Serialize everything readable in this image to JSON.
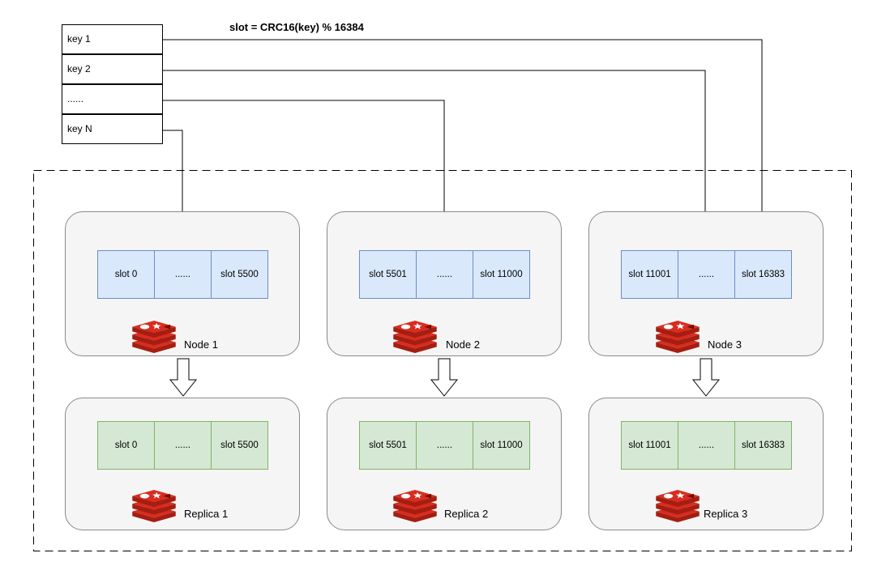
{
  "formula": "slot = CRC16(key) % 16384",
  "keys": [
    "key 1",
    "key 2",
    "......",
    "key N"
  ],
  "nodes": [
    {
      "label": "Node 1",
      "slots": [
        "slot 0",
        "......",
        "slot 5500"
      ]
    },
    {
      "label": "Node 2",
      "slots": [
        "slot 5501",
        "......",
        "slot 11000"
      ]
    },
    {
      "label": "Node 3",
      "slots": [
        "slot 11001",
        "......",
        "slot 16383"
      ]
    }
  ],
  "replicas": [
    {
      "label": "Replica 1",
      "slots": [
        "slot 0",
        "......",
        "slot 5500"
      ]
    },
    {
      "label": "Replica 2",
      "slots": [
        "slot 5501",
        "......",
        "slot 11000"
      ]
    },
    {
      "label": "Replica 3",
      "slots": [
        "slot 11001",
        "......",
        "slot 16383"
      ]
    }
  ],
  "colors": {
    "primary_slot_fill": "#dae8fc",
    "primary_slot_border": "#6c8ebf",
    "replica_slot_fill": "#d5e8d4",
    "replica_slot_border": "#82b366",
    "node_fill": "#f5f5f5",
    "redis_red": "#c6302b"
  },
  "icons": [
    "redis-logo-icon",
    "down-arrow-icon"
  ]
}
